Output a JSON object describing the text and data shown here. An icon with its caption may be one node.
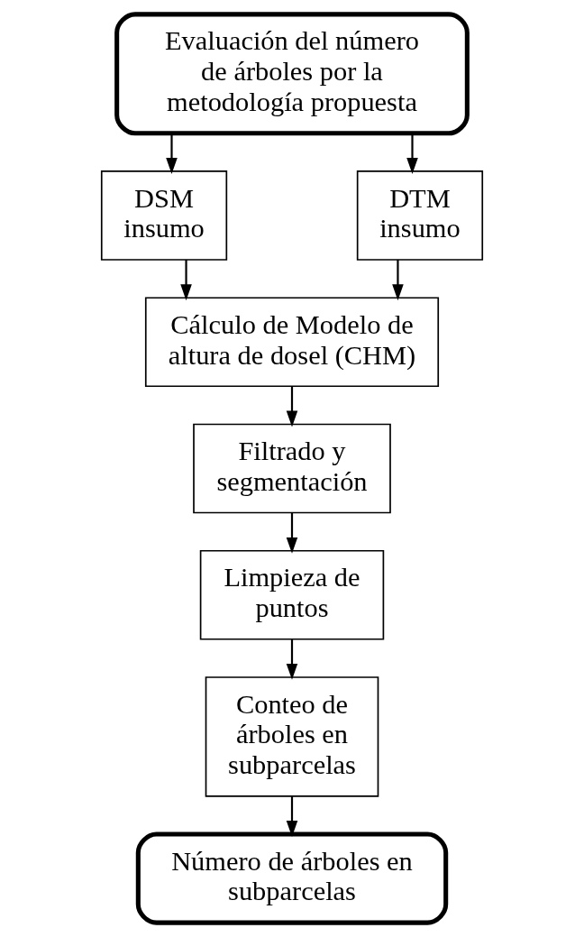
{
  "diagram": {
    "nodes": [
      {
        "text": [
          "Evaluación del número de árboles por la metodología propuesta"
        ]
      },
      {
        "text": [
          "DSM insumo"
        ]
      },
      {
        "text": [
          "DTM insumo"
        ]
      },
      {
        "text": [
          "Cálculo de Modelo de altura de dosel (CHM)"
        ]
      },
      {
        "text": [
          "Filtrado y segmentación"
        ]
      },
      {
        "text": [
          "Limpieza de puntos"
        ]
      },
      {
        "text": [
          "Conteo de árboles en subparcelas"
        ]
      },
      {
        "text": [
          "Número de árboles en subparcelas"
        ]
      }
    ],
    "edges": [
      {
        "from": 0,
        "to": 1,
        "arrow": "to"
      },
      {
        "from": 0,
        "to": 2,
        "arrow": "to"
      },
      {
        "from": 1,
        "to": 3,
        "arrow": "to"
      },
      {
        "from": 2,
        "to": 3,
        "arrow": "to"
      },
      {
        "from": 3,
        "to": 4,
        "arrow": "to"
      },
      {
        "from": 4,
        "to": 5,
        "arrow": "to"
      },
      {
        "from": 5,
        "to": 6,
        "arrow": "to"
      },
      {
        "from": 6,
        "to": 7,
        "arrow": "to"
      }
    ]
  }
}
